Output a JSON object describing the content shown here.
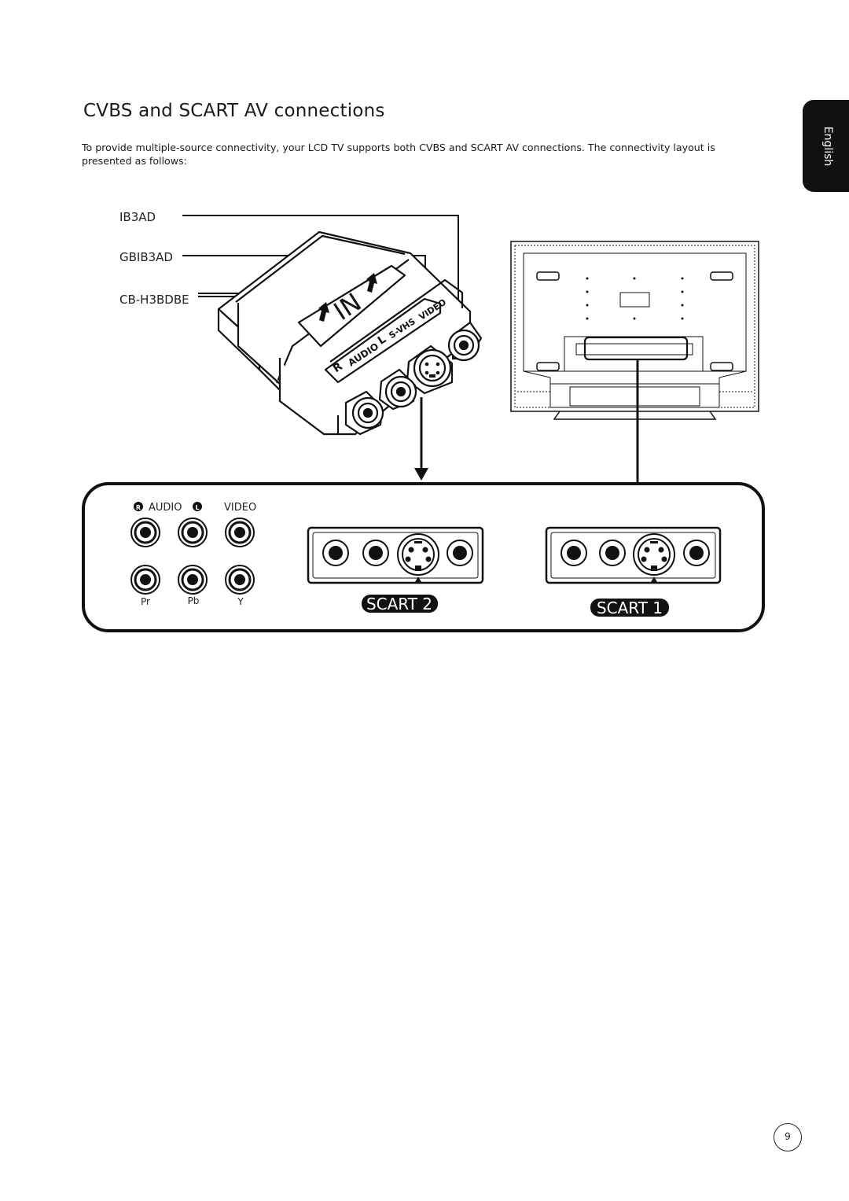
{
  "page": {
    "title": "CVBS and SCART AV connections",
    "intro": "To provide multiple-source connectivity, your LCD TV supports both CVBS and SCART AV connections. The connectivity layout is presented as follows:",
    "language_tab": "English",
    "page_number": "9"
  },
  "adapter": {
    "callouts": [
      "IB3AD",
      "GBIB3AD",
      "CB-H3BDBE"
    ],
    "adapter_text_in": "IN",
    "adapter_text_audio": "AUDIO",
    "adapter_text_svhs": "S-VHS",
    "adapter_text_r": "R",
    "adapter_text_l": "L",
    "adapter_text_video": "VIDEO"
  },
  "panel": {
    "audio_label": "AUDIO",
    "audio_r_badge": "R",
    "audio_l_badge": "L",
    "video_label": "VIDEO",
    "component_labels": [
      "Pr",
      "Pb",
      "Y"
    ],
    "scart2_label": "SCART 2",
    "scart1_label": "SCART 1"
  }
}
